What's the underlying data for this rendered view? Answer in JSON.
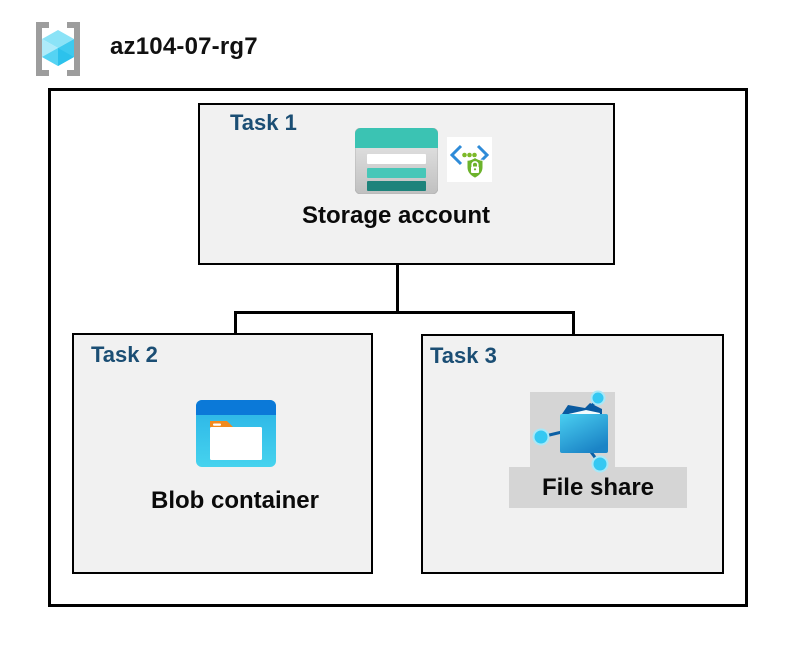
{
  "resource_group": {
    "name": "az104-07-rg7"
  },
  "tasks": [
    {
      "label": "Task 1",
      "item": "Storage account"
    },
    {
      "label": "Task 2",
      "item": "Blob container"
    },
    {
      "label": "Task 3",
      "item": "File share"
    }
  ],
  "icons": {
    "resource_group_icon": "azure-resource-group",
    "storage_account_icon": "azure-storage-account",
    "sas_icon": "code-brackets-with-shield-lock",
    "blob_container_icon": "azure-blob-container",
    "file_share_icon": "azure-file-share"
  },
  "colors": {
    "task_label_blue": "#1B4E74",
    "box_fill_gray": "#F1F1F1",
    "border_black": "#000000",
    "storage_teal_band": "#3BC3B3",
    "storage_teal_bar": "#47C7B8",
    "storage_dark_teal_bar": "#1E837B",
    "blob_top_bar_blue": "#0B79D8",
    "blob_body_cyan": "#2AB3E8",
    "folder_tab_orange": "#F18A1D",
    "file_share_navy": "#0B5FA4",
    "file_share_cyan": "#35C8F2",
    "highlight_gray": "#D5D5D5",
    "sas_bracket_blue": "#2E8BD8",
    "sas_green": "#6CB32B",
    "rg_cube_cyan": "#3ECAEF",
    "rg_bracket_gray": "#9D9D9D"
  }
}
